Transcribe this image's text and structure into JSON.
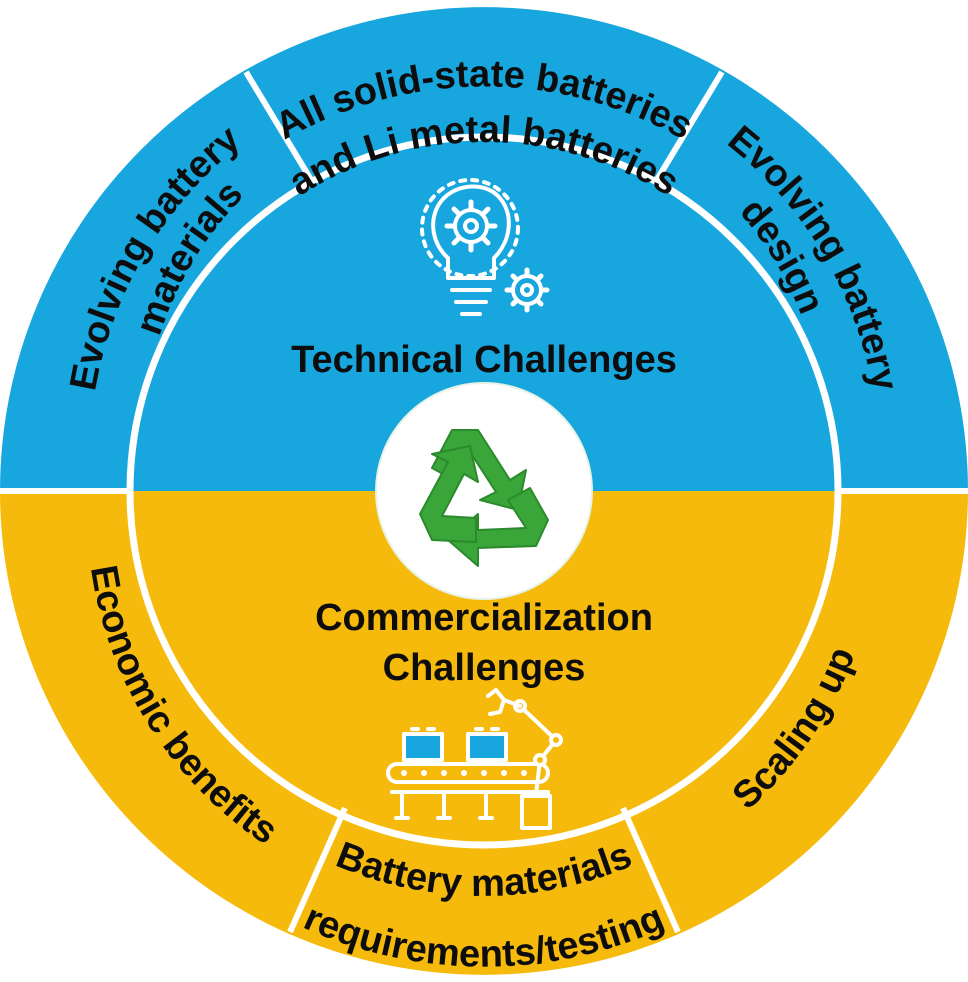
{
  "colors": {
    "technical": "#17a6de",
    "commercial": "#f5ba0c",
    "divider": "#ffffff",
    "text": "#0d0d0d",
    "recycle_green": "#3aa63a"
  },
  "outer_ring": {
    "top_segments": [
      {
        "lines": [
          "Evolving battery",
          "materials"
        ]
      },
      {
        "lines": [
          "All solid-state batteries",
          "and Li metal batteries"
        ]
      },
      {
        "lines": [
          "Evolving battery",
          "design"
        ]
      }
    ],
    "bottom_segments": [
      {
        "lines": [
          "Economic benefits"
        ]
      },
      {
        "lines": [
          "Battery materials",
          "requirements/testing"
        ]
      },
      {
        "lines": [
          "Scaling up"
        ]
      }
    ]
  },
  "inner": {
    "technical_title": "Technical Challenges",
    "commercial_title_lines": [
      "Commercialization",
      "Challenges"
    ]
  },
  "icons": {
    "top": "lightbulb-gears-icon",
    "center": "recycle-icon",
    "bottom": "factory-conveyor-robot-arm-icon"
  }
}
